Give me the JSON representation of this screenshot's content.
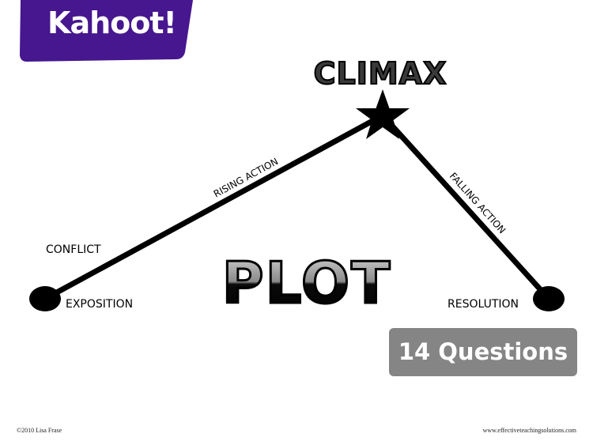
{
  "logo": {
    "text": "Kahoot!",
    "color": "#46178f"
  },
  "diagram": {
    "title": "CLIMAX",
    "center_title": "PLOT",
    "labels": {
      "conflict": "CONFLICT",
      "exposition": "EXPOSITION",
      "rising_action": "RISING ACTION",
      "falling_action": "FALLING ACTION",
      "resolution": "RESOLUTION"
    }
  },
  "badge": {
    "questions": "14 Questions"
  },
  "footer": {
    "copyright": "©2010 Lisa Frase",
    "url": "www.effectiveteachingsolutions.com"
  }
}
